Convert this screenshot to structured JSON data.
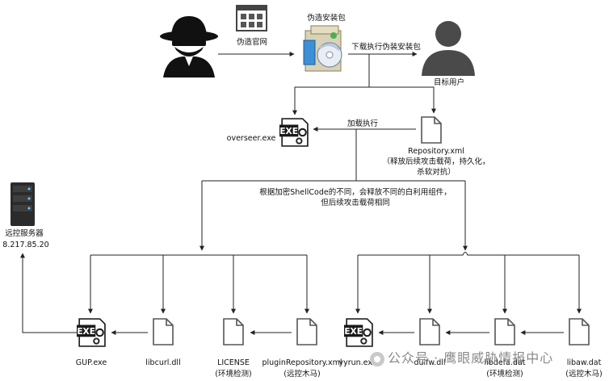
{
  "diagram": {
    "nodes": {
      "attacker": {
        "icon": "hacker-icon"
      },
      "fake_website": {
        "icon": "website-icon",
        "label": "伪造官网"
      },
      "fake_installer": {
        "icon": "installer-package-icon",
        "label": "伪造安装包"
      },
      "target_user": {
        "icon": "user-icon",
        "label": "目标用户"
      },
      "overseer": {
        "icon": "exe-icon",
        "label": "overseer.exe"
      },
      "repository_xml": {
        "icon": "file-icon",
        "label_lines": [
          "Repository.xml",
          "（释放后续攻击载荷，持久化，",
          "杀软对抗）"
        ]
      },
      "c2_server": {
        "icon": "server-icon",
        "label_lines": [
          "远控服务器",
          "8.217.85.20"
        ]
      },
      "gup_exe": {
        "icon": "exe-icon",
        "label": "GUP.exe"
      },
      "libcurl": {
        "icon": "file-icon",
        "label": "libcurl.dll"
      },
      "license": {
        "icon": "file-icon",
        "label_lines": [
          "LICENSE",
          "(环境检测)"
        ]
      },
      "plugin_repo": {
        "icon": "file-icon",
        "label_lines": [
          "pluginRepository.xml",
          "(远控木马)"
        ]
      },
      "yyrun": {
        "icon": "exe-icon",
        "label": "yyrun.exe"
      },
      "duifw": {
        "icon": "file-icon",
        "label": "duifw.dll"
      },
      "libdefa": {
        "icon": "file-icon",
        "label_lines": [
          "libdefa.dat",
          "(环境检测)"
        ]
      },
      "libaw": {
        "icon": "file-icon",
        "label_lines": [
          "libaw.dat",
          "(远控木马)"
        ]
      }
    },
    "edges": {
      "download_exec": "下载执行伪装安装包",
      "load_exec": "加载执行",
      "note_lines": [
        "根据加密ShellCode的不同，会释放不同的白利用组件，",
        "但后续攻击载荷相同"
      ]
    }
  },
  "watermark": "公众号 · 鹰眼威胁情报中心"
}
